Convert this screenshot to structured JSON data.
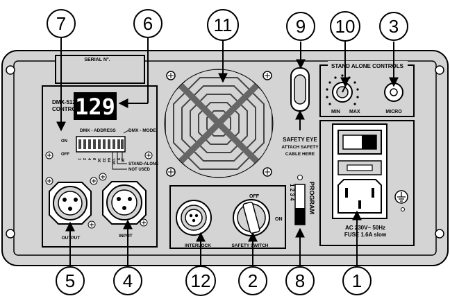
{
  "callouts": [
    "7",
    "6",
    "11",
    "9",
    "10",
    "3",
    "5",
    "4",
    "12",
    "2",
    "8",
    "1"
  ],
  "labels": {
    "serial": "SERIAL N°.",
    "dmx_title": "DMX-512",
    "dmx_control": "CONTROL",
    "display_value": "129",
    "dmx_address": "DMX - ADDRESS",
    "dmx_mode": "DMX - MODE",
    "on": "ON",
    "off": "OFF",
    "stand_alone": "STAND-ALONE",
    "not_used": "NOT USED",
    "output": "OUTPUT",
    "input": "INPUT",
    "stand_alone_controls": "STAND ALONE CONTROLS",
    "min": "MIN",
    "max": "MAX",
    "micro": "MICRO",
    "safety_eye": "SAFETY EYE",
    "attach_safety": "ATTACH SAFETY",
    "cable_here": "CABLE HERE",
    "interlock": "INTERLOCK",
    "safety_switch": "SAFETY SWITCH",
    "switch_off": "OFF",
    "switch_on": "ON",
    "program": "PROGRAM",
    "program_positions": "1 2 3 4",
    "power_spec_1": "AC 230V~ 50Hz",
    "power_spec_2": "FUSE 1.6A slow"
  },
  "dip_numbers": [
    "1",
    "2",
    "4",
    "8",
    "16",
    "32",
    "64",
    "128",
    "9",
    "10"
  ]
}
